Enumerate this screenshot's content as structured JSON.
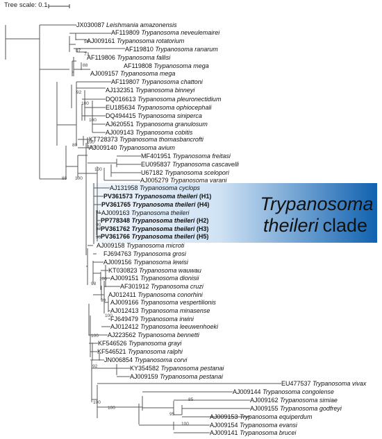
{
  "scale": {
    "label": "Tree scale: 0.1"
  },
  "clade": {
    "title_line1": "Trypanosoma",
    "title_line2": "theileri",
    "title_suffix": "clade"
  },
  "colors": {
    "branch": "#555555",
    "bootstrap": "#444444",
    "clade_gradient_start": "#f2f7fc",
    "clade_gradient_end": "#1162b0"
  },
  "taxa": [
    {
      "acc": "JX030087",
      "species": "Leishmania amazonensis"
    },
    {
      "acc": "AF119809",
      "species": "Trypanosoma neveulemairei"
    },
    {
      "acc": "AJ009161",
      "species": "Trypanosoma rotatorium"
    },
    {
      "acc": "AF119810",
      "species": "Trypanosoma ranarum"
    },
    {
      "acc": "AF119806",
      "species": "Trypanosoma fallisi"
    },
    {
      "acc": "AF119808",
      "species": "Trypanosoma mega"
    },
    {
      "acc": "AJ009157",
      "species": "Trypanosoma mega"
    },
    {
      "acc": "AF119807",
      "species": "Trypanosoma chattoni"
    },
    {
      "acc": "AJ132351",
      "species": "Trypanosoma binneyi"
    },
    {
      "acc": "DQ016613",
      "species": "Trypanosoma pleuronectidium"
    },
    {
      "acc": "EU185634",
      "species": "Trypanosoma ophiocephali"
    },
    {
      "acc": "DQ494415",
      "species": "Trypanosoma siniperca"
    },
    {
      "acc": "AJ620551",
      "species": "Trypanosoma granulosum"
    },
    {
      "acc": "AJ009143",
      "species": "Trypanosoma cobitis"
    },
    {
      "acc": "KT728373",
      "species": "Trypanosoma thomasbancrofti"
    },
    {
      "acc": "AJ009140",
      "species": "Trypanosoma avium"
    },
    {
      "acc": "MF401951",
      "species": "Trypanosoma freitasi"
    },
    {
      "acc": "EU095837",
      "species": "Trypanosoma cascavelli"
    },
    {
      "acc": "U67182",
      "species": "Trypanosoma scelopori"
    },
    {
      "acc": "AJ005279",
      "species": "Trypanosoma varani"
    },
    {
      "acc": "AJ131958",
      "species": "Trypanosoma cyclops"
    },
    {
      "acc": "PV361573",
      "species": "Trypanosoma theileri",
      "suffix": "(H1)",
      "bold": true
    },
    {
      "acc": "PV361765",
      "species": "Trypanosoma theileri",
      "suffix": "(H4)",
      "bold": true
    },
    {
      "acc": "AJ009163",
      "species": "Trypanosoma theileri"
    },
    {
      "acc": "PP778348",
      "species": "Trypanosoma theileri",
      "suffix": "(H2)",
      "bold": true
    },
    {
      "acc": "PV361762",
      "species": "Trypanosoma theileri",
      "suffix": "(H3)",
      "bold": true
    },
    {
      "acc": "PV361766",
      "species": "Trypanosoma theileri",
      "suffix": "(H5)",
      "bold": true
    },
    {
      "acc": "AJ009158",
      "species": "Trypanosoma microti"
    },
    {
      "acc": "FJ694763",
      "species": "Trypanosoma grosi"
    },
    {
      "acc": "AJ009156",
      "species": "Trypanosoma lewisi"
    },
    {
      "acc": "KT030823",
      "species": "Trypanosoma wauwau"
    },
    {
      "acc": "AJ009151",
      "species": "Trypanosoma dionisii"
    },
    {
      "acc": "AF301912",
      "species": "Trypanosoma cruzi"
    },
    {
      "acc": "AJ012411",
      "species": "Trypanosoma conorhini"
    },
    {
      "acc": "AJ009166",
      "species": "Trypanosoma vespertilionis"
    },
    {
      "acc": "AJ012413",
      "species": "Trypanosoma minasense"
    },
    {
      "acc": "FJ649479",
      "species": "Trypanosoma irwini"
    },
    {
      "acc": "AJ012412",
      "species": "Trypanosoma leeuwenhoeki"
    },
    {
      "acc": "AJ223562",
      "species": "Trypanosoma bennetti"
    },
    {
      "acc": "KF546526",
      "species": "Trypanosoma grayi"
    },
    {
      "acc": "KF546521",
      "species": "Trypanosoma ralphi"
    },
    {
      "acc": "JN006854",
      "species": "Trypanosoma corvi"
    },
    {
      "acc": "KY354582",
      "species": "Trypanosoma pestanai"
    },
    {
      "acc": "AJ009159",
      "species": "Trypanosoma pestanai"
    },
    {
      "acc": "EU477537",
      "species": "Trypanosoma vivax"
    },
    {
      "acc": "AJ009144",
      "species": "Trypanosoma congolense"
    },
    {
      "acc": "AJ009162",
      "species": "Trypanosoma simiae"
    },
    {
      "acc": "AJ009155",
      "species": "Trypanosoma godfreyi"
    },
    {
      "acc": "AJ009153",
      "species": "Trypanosoma equiperdum"
    },
    {
      "acc": "AJ009154",
      "species": "Trypanosoma evansi"
    },
    {
      "acc": "AJ009141",
      "species": "Trypanosoma brucei"
    }
  ],
  "bootstrap_values": [
    "99",
    "97",
    "73",
    "88",
    "92",
    "100",
    "100",
    "100",
    "80",
    "100",
    "100",
    "100",
    "88",
    "91",
    "90",
    "87",
    "90",
    "100",
    "98",
    "99",
    "100",
    "100",
    "92",
    "100",
    "85",
    "95",
    "100",
    "100"
  ]
}
